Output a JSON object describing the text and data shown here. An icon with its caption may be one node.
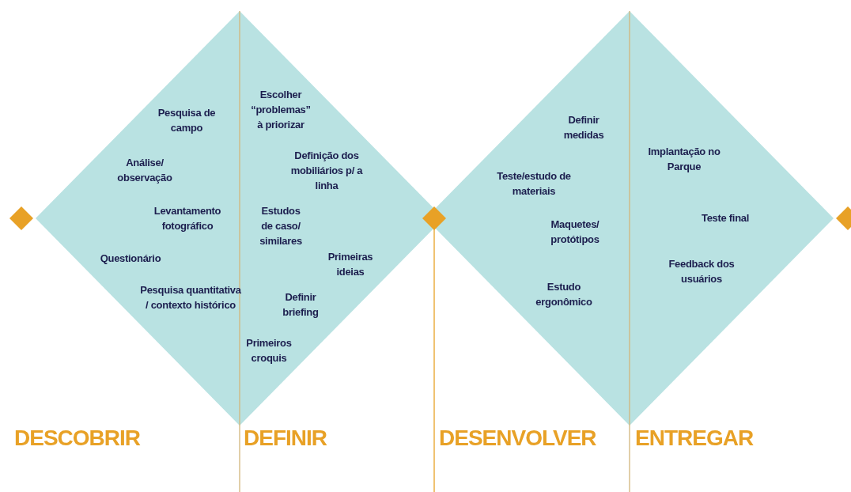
{
  "diagram": {
    "nodes": [
      {
        "text": [
          "Pesquisa de campo",
          "Análise/ observação",
          "Levantamento fotográfico",
          "Questionário",
          "Pesquisa quantitativa / contexto histórico",
          "Escolher “problemas” à priorizar",
          "Definição dos mobiliários p/ a linha",
          "Estudos de caso/ similares",
          "Primeiras ideias",
          "Definir briefing",
          "Primeiros croquis"
        ]
      },
      {
        "text": [
          "Definir medidas",
          "Teste/estudo de materiais",
          "Maquetes/ protótipos",
          "Estudo ergonômico",
          "Implantação no Parque",
          "Teste final",
          "Feedback dos usuários"
        ]
      }
    ],
    "edges": [],
    "labels": [
      "DESCOBRIR",
      "DEFINIR",
      "DESENVOLVER",
      "ENTREGAR"
    ]
  }
}
